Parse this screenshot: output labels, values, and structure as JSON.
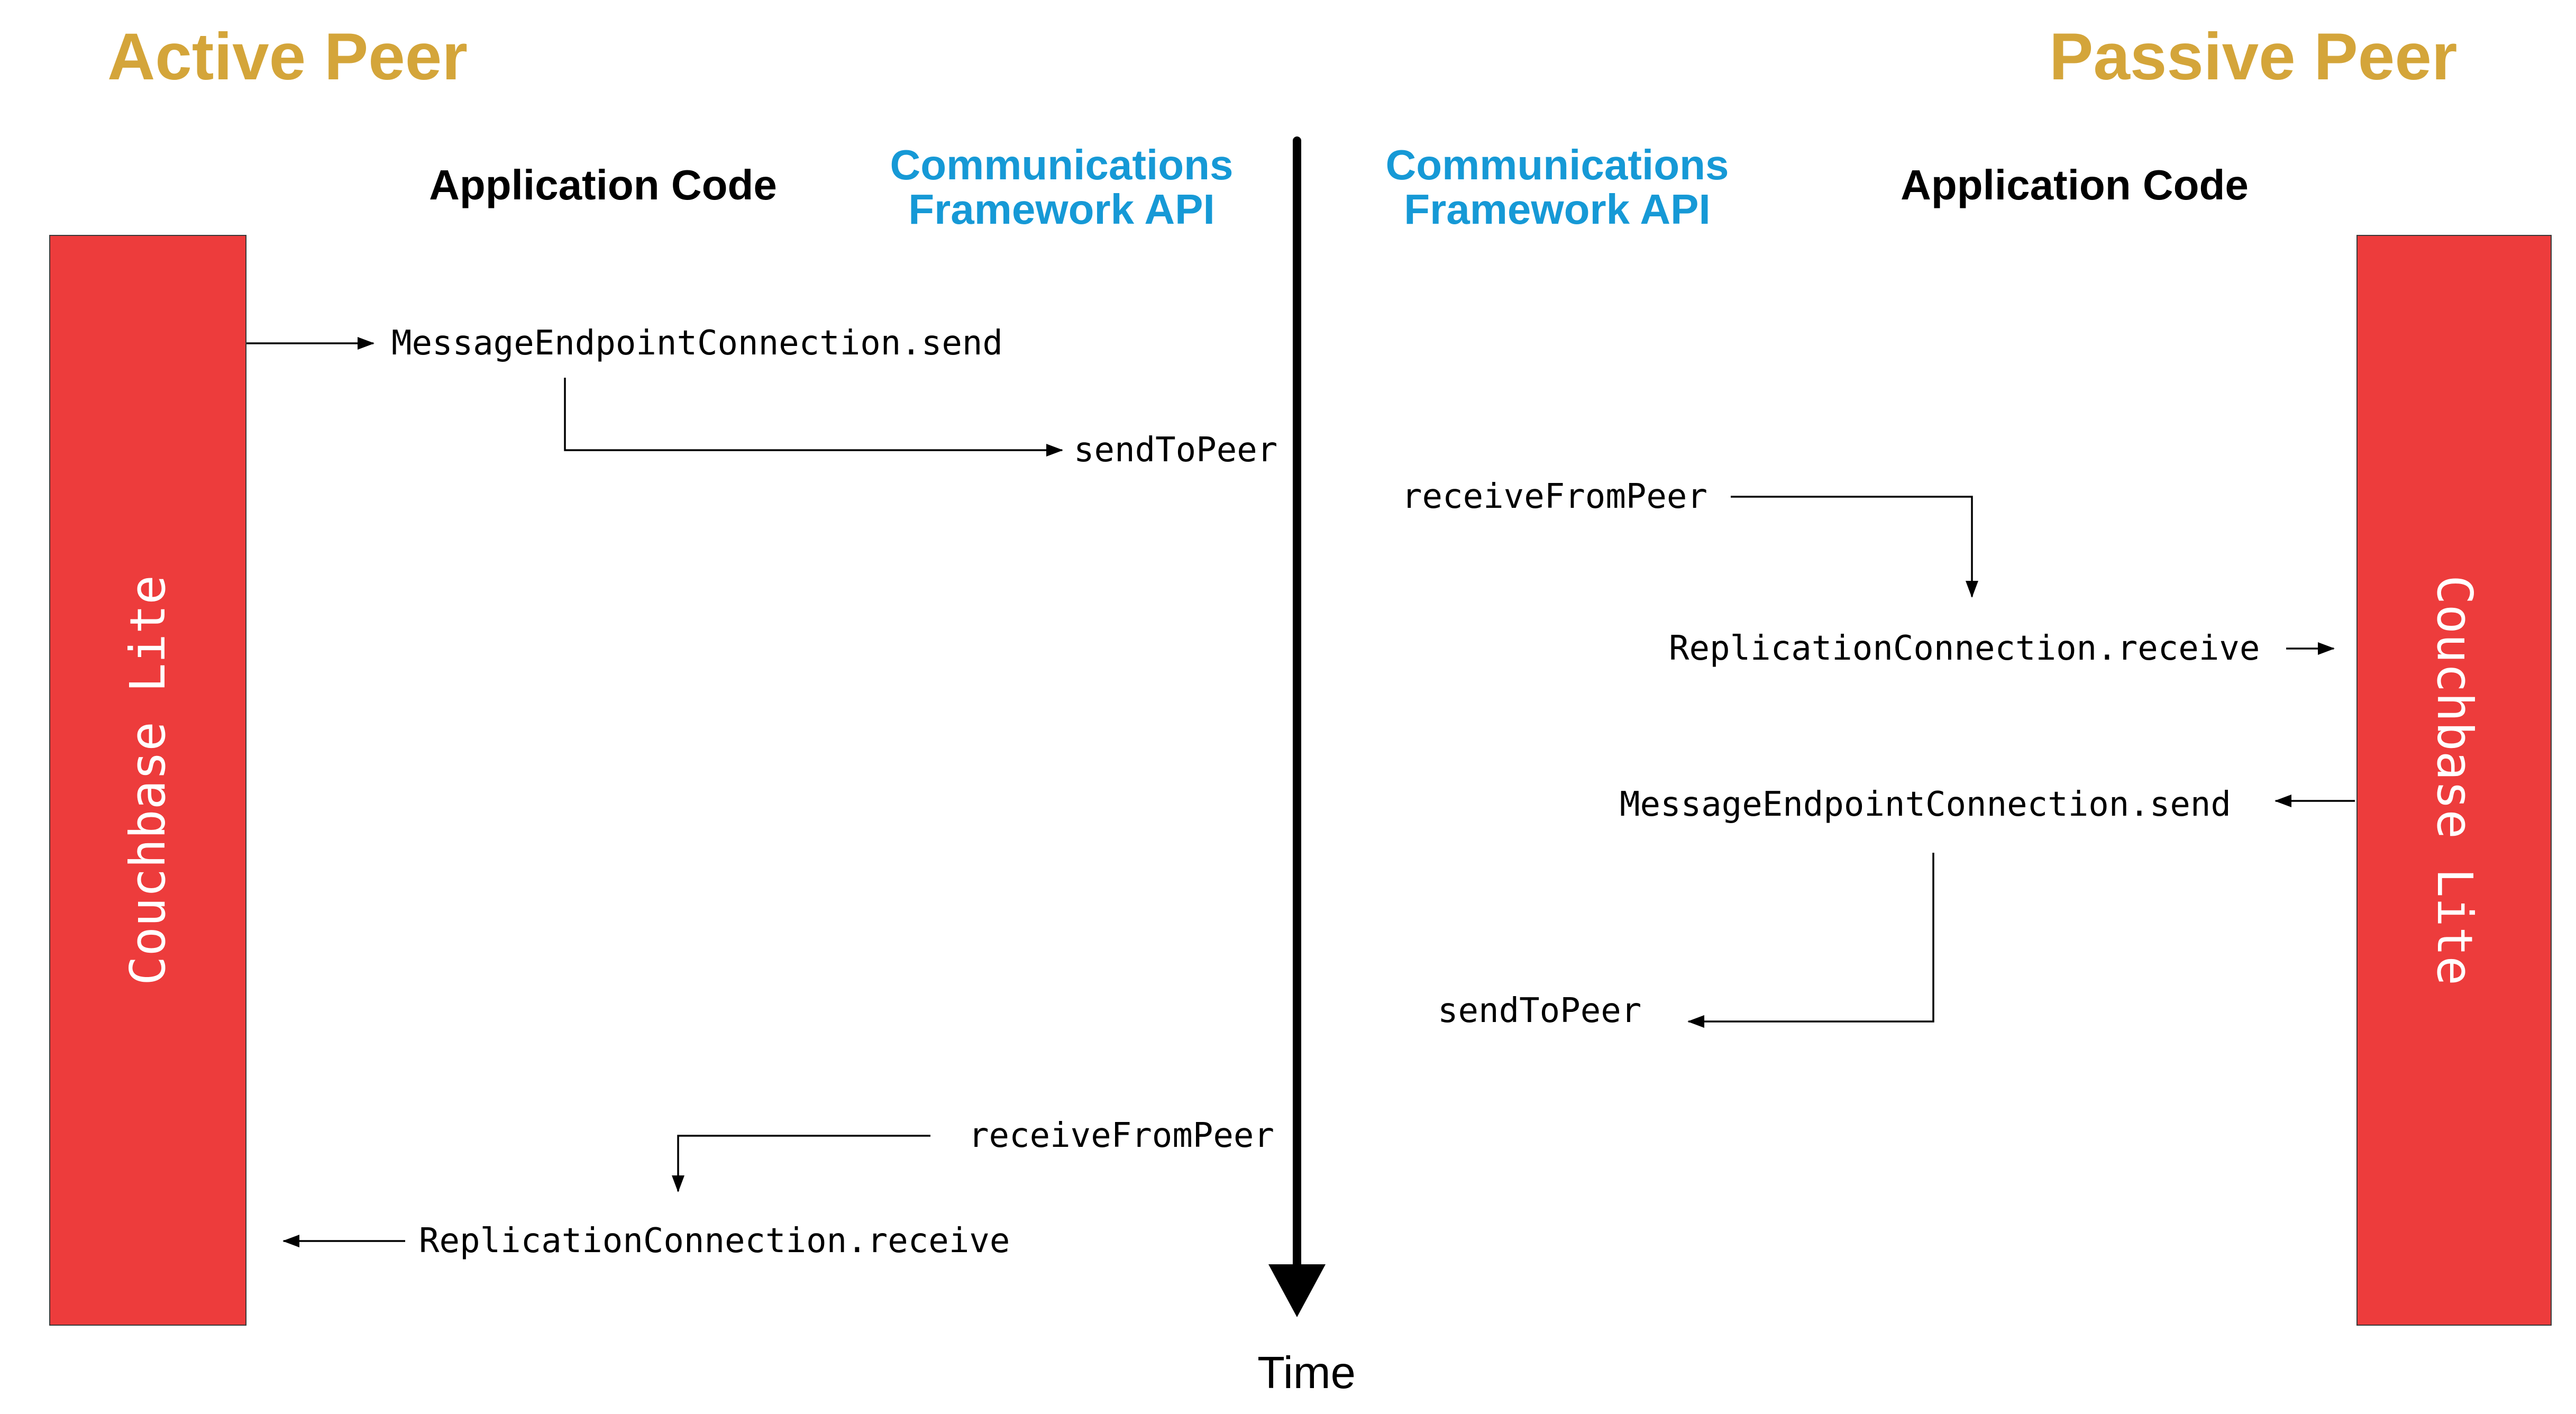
{
  "titles": {
    "active": "Active Peer",
    "passive": "Passive Peer"
  },
  "columns": {
    "left_app": "Application Code",
    "left_framework_line1": "Communications",
    "left_framework_line2": "Framework API",
    "right_framework_line1": "Communications",
    "right_framework_line2": "Framework API",
    "right_app": "Application Code"
  },
  "bars": {
    "left": "Couchbase Lite",
    "right": "Couchbase Lite"
  },
  "calls": [
    {
      "text": "MessageEndpointConnection.send",
      "side": "active",
      "column": "application-code"
    },
    {
      "text": "sendToPeer",
      "side": "active",
      "column": "communications-framework-api"
    },
    {
      "text": "receiveFromPeer",
      "side": "passive",
      "column": "communications-framework-api"
    },
    {
      "text": "ReplicationConnection.receive",
      "side": "passive",
      "column": "application-code"
    },
    {
      "text": "MessageEndpointConnection.send",
      "side": "passive",
      "column": "application-code"
    },
    {
      "text": "sendToPeer",
      "side": "passive",
      "column": "communications-framework-api"
    },
    {
      "text": "receiveFromPeer",
      "side": "active",
      "column": "communications-framework-api"
    },
    {
      "text": "ReplicationConnection.receive",
      "side": "active",
      "column": "application-code"
    }
  ],
  "timeline": {
    "label": "Time"
  },
  "colors": {
    "gold": "#D4A53A",
    "blue": "#1699D6",
    "red": "#ED3C3C",
    "black": "#000000",
    "white": "#FFFFFF"
  }
}
